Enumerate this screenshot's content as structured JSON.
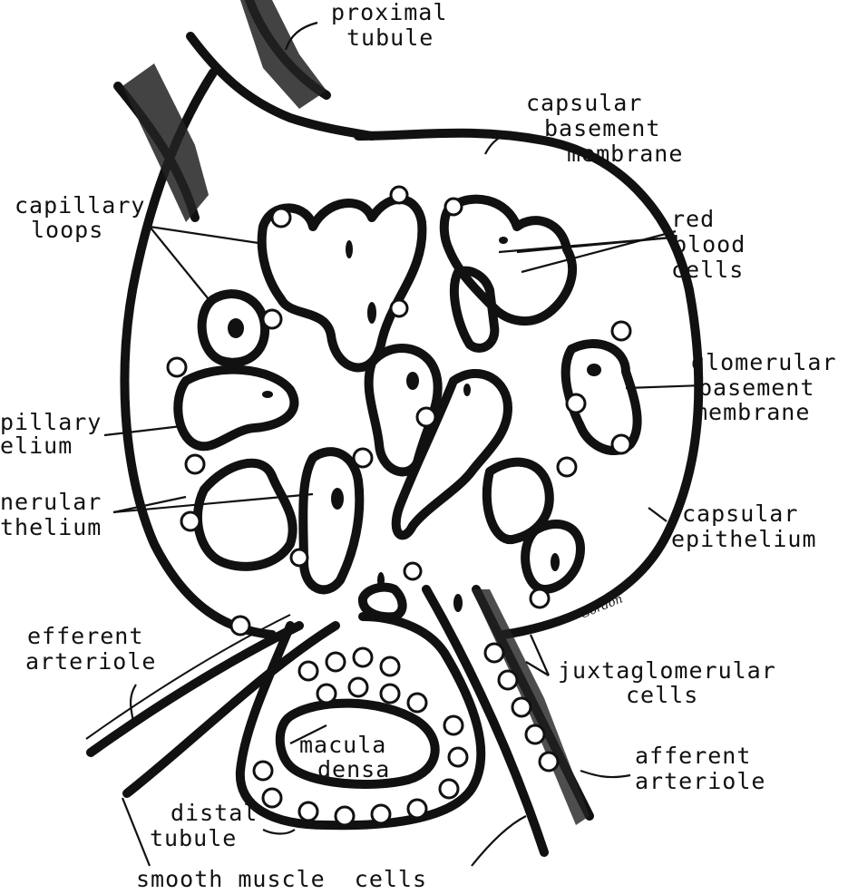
{
  "labels": {
    "proximal_tubule": [
      "proximal",
      "tubule"
    ],
    "capsular_basement_membrane": [
      "capsular",
      "basement",
      "membrane"
    ],
    "capillary_loops": [
      "capillary",
      "loops"
    ],
    "red_blood_cells": [
      "red",
      "blood",
      "cells"
    ],
    "glomerular_basement_membrane": [
      "glomerular",
      "basement",
      "membrane"
    ],
    "capillary_endothelium": [
      "pillary",
      "elium"
    ],
    "glomerular_epithelium": [
      "nerular",
      "thelium"
    ],
    "capsular_epithelium": [
      "capsular",
      "epithelium"
    ],
    "efferent_arteriole": [
      "efferent",
      "arteriole"
    ],
    "juxtaglomerular_cells": [
      "juxtaglomerular",
      "cells"
    ],
    "macula_densa": [
      "macula",
      "densa"
    ],
    "afferent_arteriole": [
      "afferent",
      "arteriole"
    ],
    "distal_tubule": [
      "distal",
      "tubule"
    ],
    "smooth_muscle_cells": "smooth muscle  cells"
  },
  "signature": "Gordon"
}
